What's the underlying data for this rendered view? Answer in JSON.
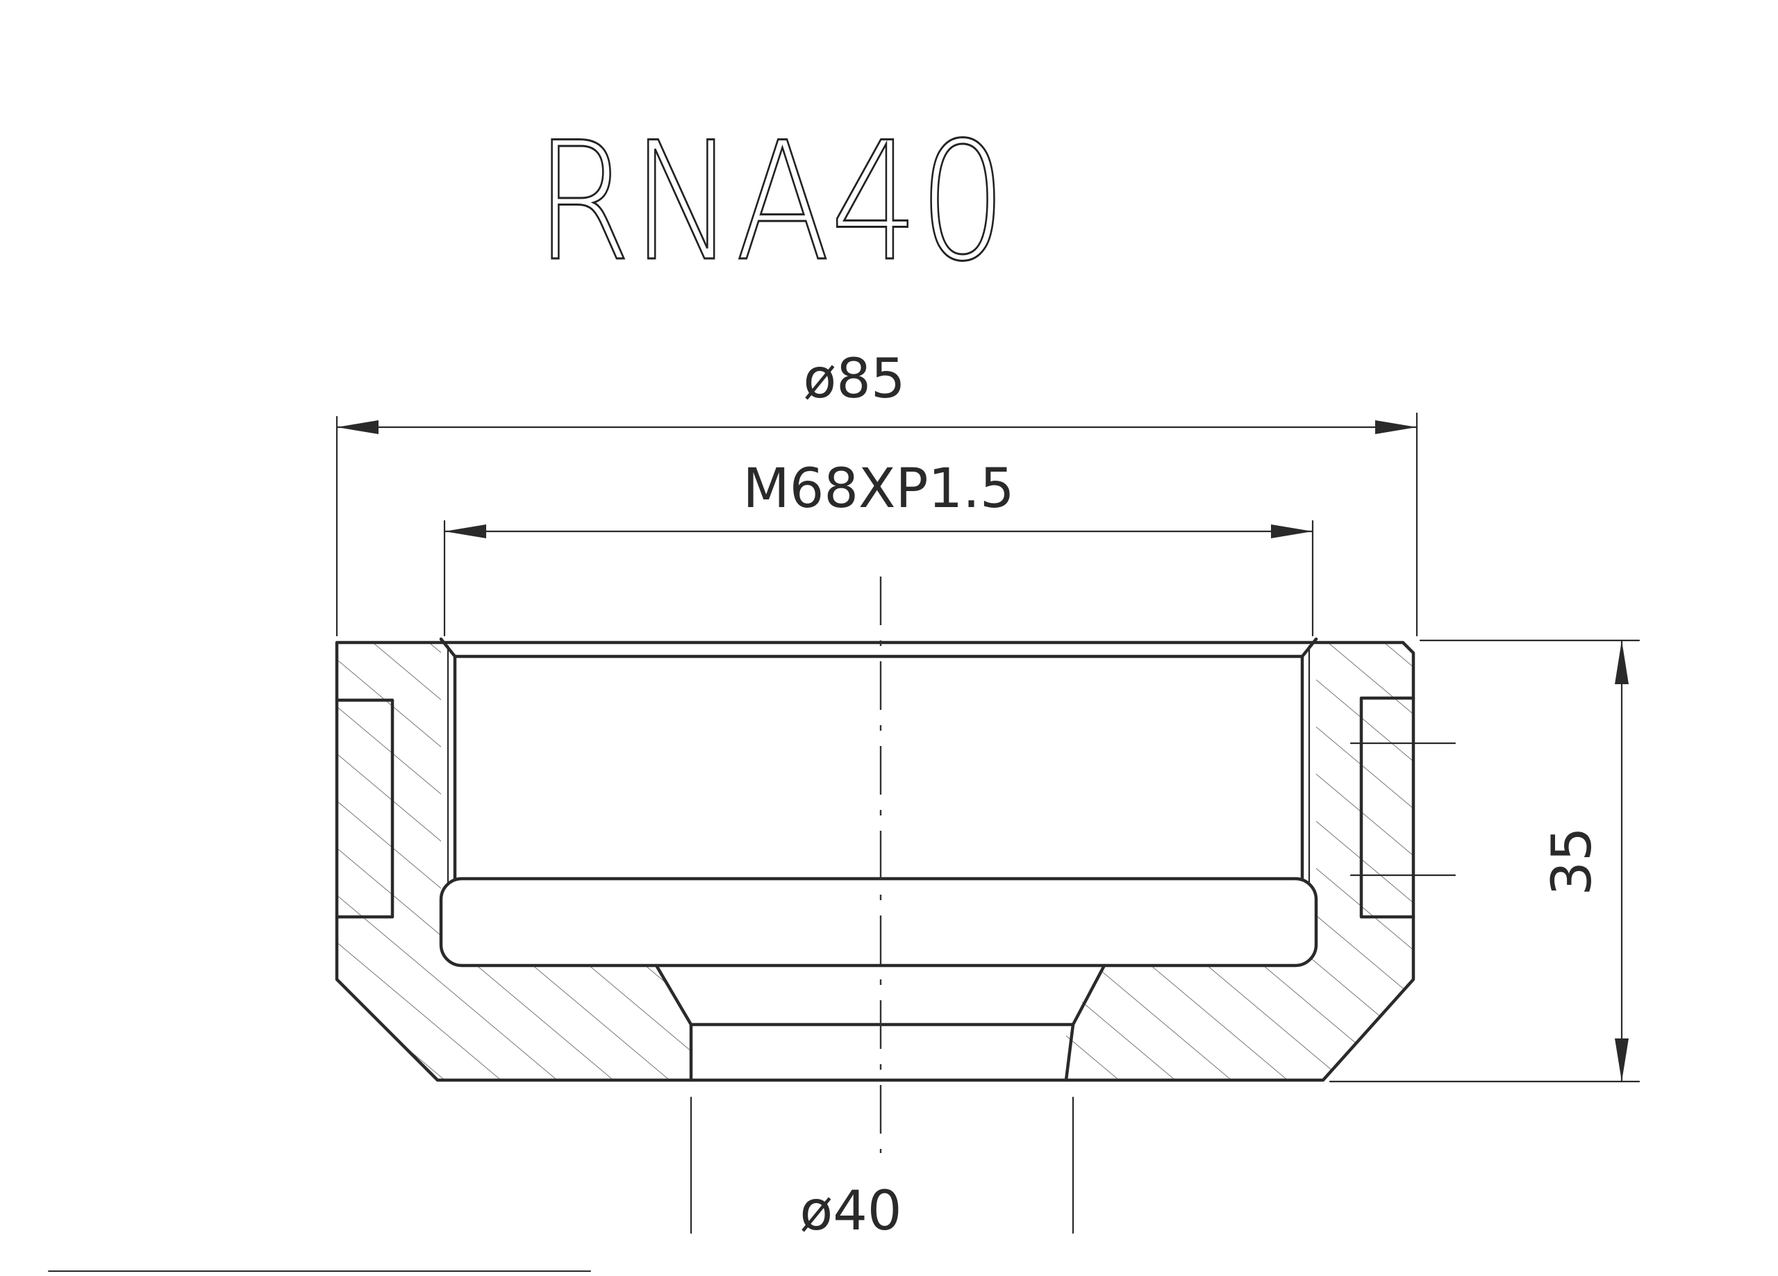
{
  "title": "RNA40",
  "dimensions": {
    "outer_diameter": "ø85",
    "thread": "M68XP1.5",
    "height": "35",
    "bore_diameter": "ø40"
  },
  "colors": {
    "line": "#2a2a2a",
    "background": "#ffffff"
  }
}
